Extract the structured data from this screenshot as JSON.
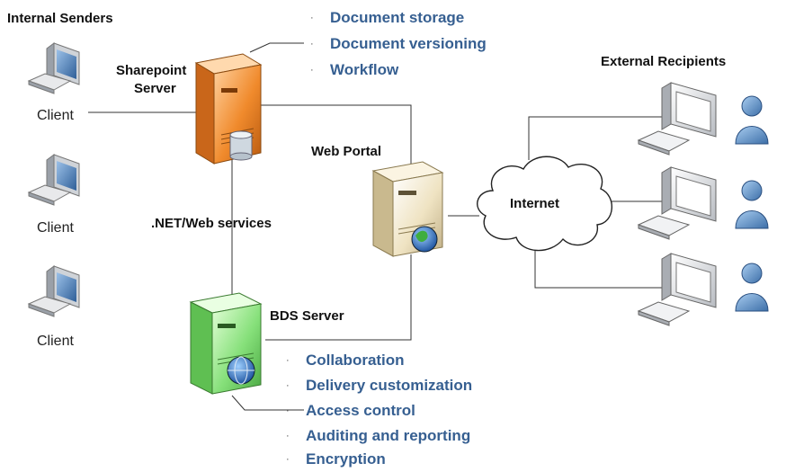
{
  "title": "",
  "labels": {
    "internal_senders": "Internal Senders",
    "external_recipients": "External Recipients",
    "sharepoint_server_line1": "Sharepoint",
    "sharepoint_server_line2": "Server",
    "web_portal": "Web Portal",
    "internet": "Internet",
    "net_web_services": ".NET/Web services",
    "bds_server": "BDS Server",
    "client": "Client"
  },
  "clients": [
    "Client",
    "Client",
    "Client"
  ],
  "sharepoint_features": [
    "Document storage",
    "Document versioning",
    "Workflow"
  ],
  "bds_features": [
    "Collaboration",
    "Delivery customization",
    "Access control",
    "Auditing and reporting",
    "Encryption"
  ],
  "colors": {
    "feature_text": "#365f91",
    "sharepoint_server": "#f08a2c",
    "bds_server": "#86e07a",
    "web_portal": "#efe3c2",
    "recipient_person": "#5b8ec7",
    "client_screen": "#4a78b0"
  }
}
